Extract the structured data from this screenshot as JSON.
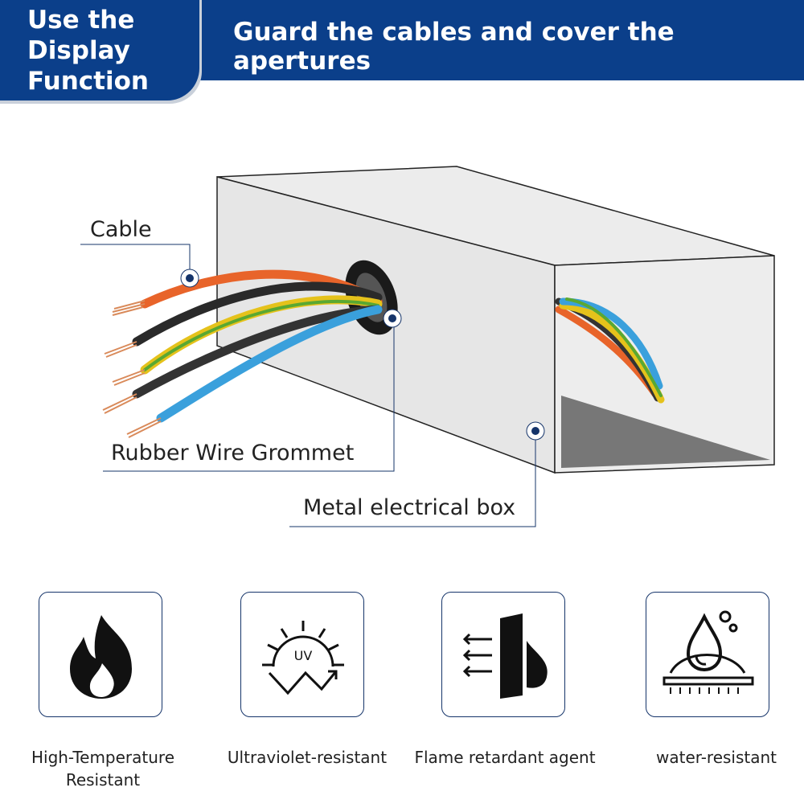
{
  "header": {
    "badge": "Use the Display Function",
    "badge_lines": [
      "Use the",
      "Display",
      "Function"
    ],
    "title": "Guard the cables and cover the apertures"
  },
  "callouts": {
    "cable": "Cable",
    "grommet": "Rubber Wire Grommet",
    "box": "Metal electrical box"
  },
  "features": [
    {
      "icon": "flame-icon",
      "label_lines": [
        "High-Temperature",
        "Resistant"
      ]
    },
    {
      "icon": "uv-icon",
      "label": "Ultraviolet-resistant",
      "uv_text": "UV"
    },
    {
      "icon": "flame-retardant-icon",
      "label": "Flame retardant agent"
    },
    {
      "icon": "water-drop-icon",
      "label": "water-resistant"
    }
  ],
  "colors": {
    "brand": "#0b3f8a"
  }
}
